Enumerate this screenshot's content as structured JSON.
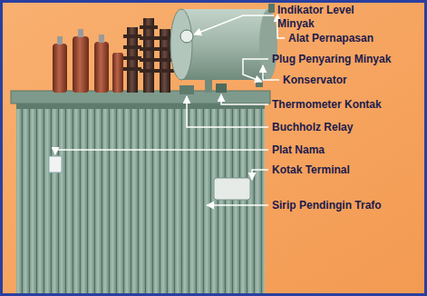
{
  "diagram": {
    "labels": [
      "Indikator Level Minyak",
      "Alat Pernapasan",
      "Plug Penyaring Minyak",
      "Konservator",
      "Thermometer Kontak",
      "Buchholz Relay",
      "Plat Nama",
      "Kotak Terminal",
      "Sirip Pendingin Trafo"
    ]
  }
}
